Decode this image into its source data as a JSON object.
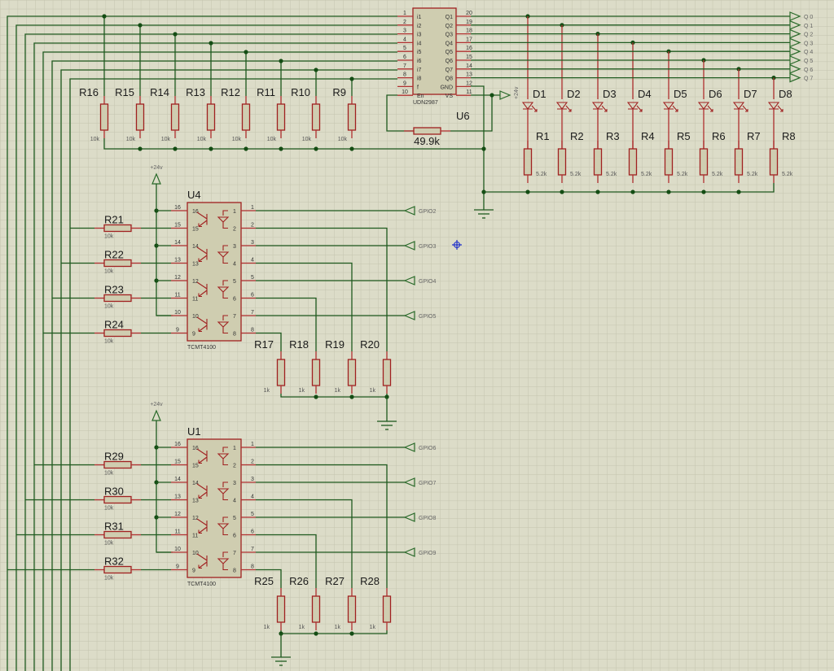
{
  "schematic": {
    "background": "#dcdcc8",
    "wire_color": "#1f5a1f",
    "component_color": "#a02020",
    "cursor_color": "#2233cc",
    "driver": {
      "ref": "U6",
      "part": "UDN2987",
      "left_pins": [
        {
          "num": "1",
          "name": "i1"
        },
        {
          "num": "2",
          "name": "i2"
        },
        {
          "num": "3",
          "name": "i3"
        },
        {
          "num": "4",
          "name": "i4"
        },
        {
          "num": "5",
          "name": "i5"
        },
        {
          "num": "6",
          "name": "i6"
        },
        {
          "num": "7",
          "name": "i7"
        },
        {
          "num": "8",
          "name": "i8"
        },
        {
          "num": "9",
          "name": "f"
        },
        {
          "num": "10",
          "name": "En"
        }
      ],
      "right_pins": [
        {
          "num": "20",
          "name": "Q1"
        },
        {
          "num": "19",
          "name": "Q2"
        },
        {
          "num": "18",
          "name": "Q3"
        },
        {
          "num": "17",
          "name": "Q4"
        },
        {
          "num": "16",
          "name": "Q5"
        },
        {
          "num": "15",
          "name": "Q6"
        },
        {
          "num": "14",
          "name": "Q7"
        },
        {
          "num": "13",
          "name": "Q8"
        },
        {
          "num": "12",
          "name": "GND"
        },
        {
          "num": "11",
          "name": "VS"
        }
      ],
      "feedback_resistor": "49.9k"
    },
    "supply_label": "+24v",
    "output_terminals": [
      "Q 0",
      "Q 1",
      "Q 2",
      "Q 3",
      "Q 4",
      "Q 5",
      "Q 6",
      "Q 7"
    ],
    "leds": [
      "D1",
      "D2",
      "D3",
      "D4",
      "D5",
      "D6",
      "D7",
      "D8"
    ],
    "led_resistors": [
      {
        "ref": "R1",
        "value": "5.2k"
      },
      {
        "ref": "R2",
        "value": "5.2k"
      },
      {
        "ref": "R3",
        "value": "5.2k"
      },
      {
        "ref": "R4",
        "value": "5.2k"
      },
      {
        "ref": "R5",
        "value": "5.2k"
      },
      {
        "ref": "R6",
        "value": "5.2k"
      },
      {
        "ref": "R7",
        "value": "5.2k"
      },
      {
        "ref": "R8",
        "value": "5.2k"
      }
    ],
    "pulldown_resistors": [
      {
        "ref": "R16",
        "value": "10k"
      },
      {
        "ref": "R15",
        "value": "10k"
      },
      {
        "ref": "R14",
        "value": "10k"
      },
      {
        "ref": "R13",
        "value": "10k"
      },
      {
        "ref": "R12",
        "value": "10k"
      },
      {
        "ref": "R11",
        "value": "10k"
      },
      {
        "ref": "R10",
        "value": "10k"
      },
      {
        "ref": "R9",
        "value": "10k"
      }
    ],
    "optocouplers": [
      {
        "ref": "U4",
        "part": "TCMT4100",
        "left_pins": [
          "16",
          "15",
          "14",
          "13",
          "12",
          "11",
          "10",
          "9"
        ],
        "right_pins": [
          "1",
          "2",
          "3",
          "4",
          "5",
          "6",
          "7",
          "8"
        ],
        "input_resistors": [
          {
            "ref": "R21",
            "value": "10k"
          },
          {
            "ref": "R22",
            "value": "10k"
          },
          {
            "ref": "R23",
            "value": "10k"
          },
          {
            "ref": "R24",
            "value": "10k"
          }
        ],
        "output_resistors": [
          {
            "ref": "R17",
            "value": "1k"
          },
          {
            "ref": "R18",
            "value": "1k"
          },
          {
            "ref": "R19",
            "value": "1k"
          },
          {
            "ref": "R20",
            "value": "1k"
          }
        ],
        "gpio": [
          "GPIO2",
          "GPIO3",
          "GPIO4",
          "GPIO5"
        ]
      },
      {
        "ref": "U1",
        "part": "TCMT4100",
        "left_pins": [
          "16",
          "15",
          "14",
          "13",
          "12",
          "11",
          "10",
          "9"
        ],
        "right_pins": [
          "1",
          "2",
          "3",
          "4",
          "5",
          "6",
          "7",
          "8"
        ],
        "input_resistors": [
          {
            "ref": "R29",
            "value": "10k"
          },
          {
            "ref": "R30",
            "value": "10k"
          },
          {
            "ref": "R31",
            "value": "10k"
          },
          {
            "ref": "R32",
            "value": "10k"
          }
        ],
        "output_resistors": [
          {
            "ref": "R25",
            "value": "1k"
          },
          {
            "ref": "R26",
            "value": "1k"
          },
          {
            "ref": "R27",
            "value": "1k"
          },
          {
            "ref": "R28",
            "value": "1k"
          }
        ],
        "gpio": [
          "GPIO6",
          "GPIO7",
          "GPIO8",
          "GPIO9"
        ]
      }
    ]
  }
}
